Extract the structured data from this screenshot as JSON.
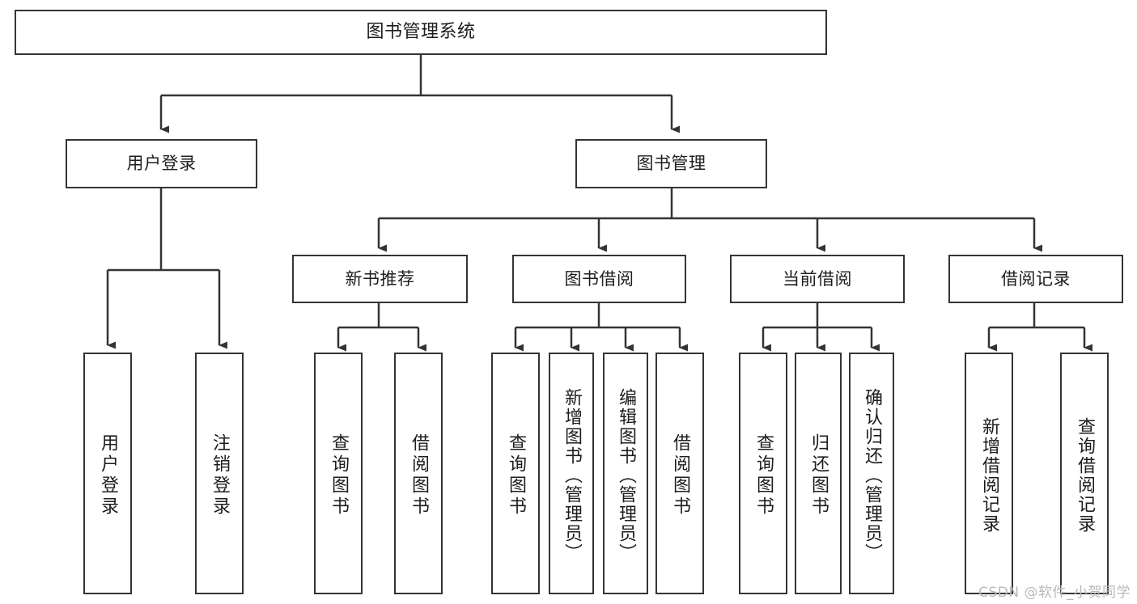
{
  "diagram": {
    "title": "图书管理系统",
    "type": "tree-hierarchy-chart",
    "colors": {
      "stroke": "#343434",
      "fill": "#ffffff",
      "text": "#1d1d1d",
      "watermark": "#b9b9b9"
    },
    "root": {
      "label": "图书管理系统"
    },
    "level2": [
      {
        "label": "用户登录"
      },
      {
        "label": "图书管理"
      }
    ],
    "level3": [
      {
        "label": "新书推荐"
      },
      {
        "label": "图书借阅"
      },
      {
        "label": "当前借阅"
      },
      {
        "label": "借阅记录"
      }
    ],
    "leaves": {
      "user_login": [
        {
          "label": "用户登录"
        },
        {
          "label": "注销登录"
        }
      ],
      "new_book_recommend": [
        {
          "label": "查询图书"
        },
        {
          "label": "借阅图书"
        }
      ],
      "book_borrow": [
        {
          "label": "查询图书"
        },
        {
          "label": "新增图书（管理员）"
        },
        {
          "label": "编辑图书（管理员）"
        },
        {
          "label": "借阅图书"
        }
      ],
      "current_borrow": [
        {
          "label": "查询图书"
        },
        {
          "label": "归还图书"
        },
        {
          "label": "确认归还（管理员）"
        }
      ],
      "borrow_record": [
        {
          "label": "新增借阅记录"
        },
        {
          "label": "查询借阅记录"
        }
      ]
    },
    "watermark": "CSDN @软件_小贺同学"
  }
}
